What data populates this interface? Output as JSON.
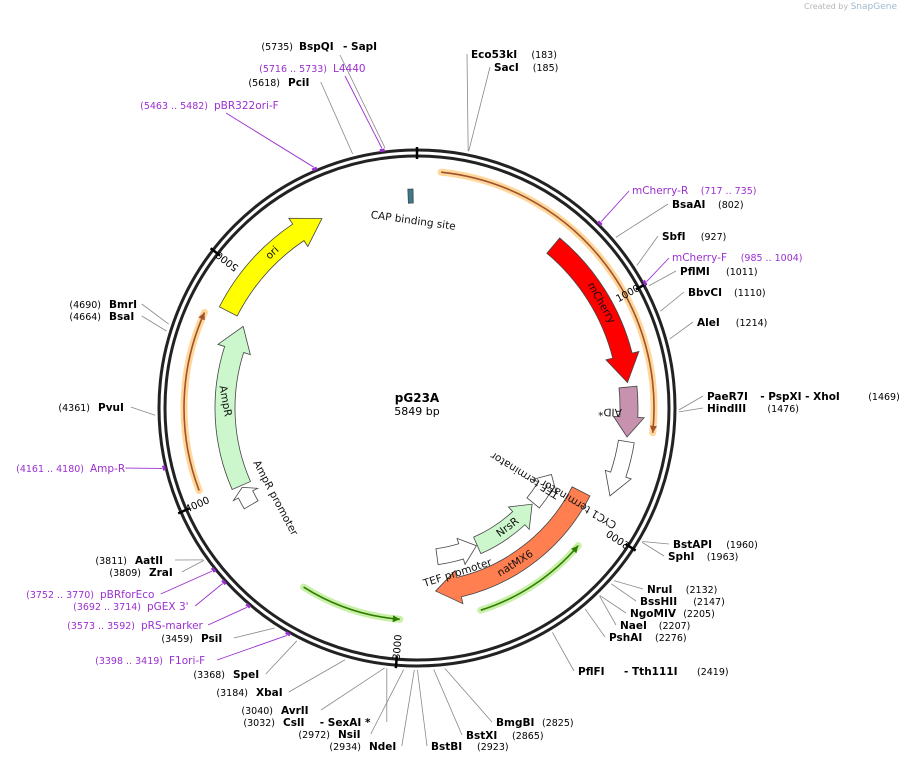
{
  "watermark": {
    "prefix": "Created by",
    "brand": "SnapGene"
  },
  "plasmid": {
    "name": "pG23A",
    "size_text": "5849 bp",
    "length": 5849
  },
  "ticks": [
    "1000",
    "2000",
    "3000",
    "4000",
    "5000"
  ],
  "features": [
    {
      "label": "ori",
      "start": 4827,
      "end": 5416,
      "dir": 1,
      "color": "#ffff00"
    },
    {
      "label": "mCherry",
      "start": 650,
      "end": 1350,
      "dir": 1,
      "color": "#ff0000"
    },
    {
      "label": "AID*",
      "start": 1370,
      "end": 1590,
      "dir": 1,
      "color": "#c792ad"
    },
    {
      "label": "CYC1 terminator",
      "start": 1610,
      "end": 1860,
      "dir": 1,
      "color": "#ffffff"
    },
    {
      "label": "CAP binding site",
      "start": 5810,
      "end": 5832,
      "dir": 0,
      "color": "#3c7a89"
    },
    {
      "label": "AmpR",
      "start": 4000,
      "end": 4795,
      "dir": 1,
      "color": "#ccf7cc"
    },
    {
      "label": "AmpR promoter",
      "start": 3895,
      "end": 3990,
      "dir": 1,
      "color": "#ffffff"
    },
    {
      "label": "TEF terminator",
      "start": 1890,
      "end": 2100,
      "dir": -1,
      "color": "#ffffff"
    },
    {
      "label": "NrsR",
      "start": 2110,
      "end": 2540,
      "dir": -1,
      "color": "#ccf7cc"
    },
    {
      "label": "TEF promoter",
      "start": 2545,
      "end": 2800,
      "dir": -1,
      "color": "#ffffff"
    },
    {
      "label": "natMX6",
      "start": 1900,
      "end": 2830,
      "dir": 1,
      "color": "#ff7f50"
    }
  ],
  "sites": [
    {
      "name": "BspQI",
      "extra": "- SapI",
      "pos": "5735"
    },
    {
      "name": "PciI",
      "extra": "",
      "pos": "5618"
    },
    {
      "name": "Eco53kI",
      "extra": "",
      "pos": "183"
    },
    {
      "name": "SacI",
      "extra": "",
      "pos": "185"
    },
    {
      "name": "BsaAI",
      "extra": "",
      "pos": "802"
    },
    {
      "name": "SbfI",
      "extra": "",
      "pos": "927"
    },
    {
      "name": "PflMI",
      "extra": "",
      "pos": "1011"
    },
    {
      "name": "BbvCI",
      "extra": "",
      "pos": "1110"
    },
    {
      "name": "AleI",
      "extra": "",
      "pos": "1214"
    },
    {
      "name": "PaeR7I",
      "extra": "- PspXI - XhoI",
      "pos": "1469"
    },
    {
      "name": "HindIII",
      "extra": "",
      "pos": "1476"
    },
    {
      "name": "BstAPI",
      "extra": "",
      "pos": "1960"
    },
    {
      "name": "SphI",
      "extra": "",
      "pos": "1963"
    },
    {
      "name": "NruI",
      "extra": "",
      "pos": "2132"
    },
    {
      "name": "BssHII",
      "extra": "",
      "pos": "2147"
    },
    {
      "name": "NgoMIV",
      "extra": "",
      "pos": "2205"
    },
    {
      "name": "NaeI",
      "extra": "",
      "pos": "2207"
    },
    {
      "name": "PshAI",
      "extra": "",
      "pos": "2276"
    },
    {
      "name": "PflFI",
      "extra": "- Tth111I",
      "pos": "2419"
    },
    {
      "name": "BmgBI",
      "extra": "",
      "pos": "2825"
    },
    {
      "name": "BstXI",
      "extra": "",
      "pos": "2865"
    },
    {
      "name": "BstBI",
      "extra": "",
      "pos": "2923"
    },
    {
      "name": "NdeI",
      "extra": "",
      "pos": "2934"
    },
    {
      "name": "NsiI",
      "extra": "",
      "pos": "2972"
    },
    {
      "name": "CslI",
      "extra": "- SexAI *",
      "pos": "3032"
    },
    {
      "name": "AvrII",
      "extra": "",
      "pos": "3040"
    },
    {
      "name": "XbaI",
      "extra": "",
      "pos": "3184"
    },
    {
      "name": "SpeI",
      "extra": "",
      "pos": "3368"
    },
    {
      "name": "PsiI",
      "extra": "",
      "pos": "3459"
    },
    {
      "name": "ZraI",
      "extra": "",
      "pos": "3809"
    },
    {
      "name": "AatII",
      "extra": "",
      "pos": "3811"
    },
    {
      "name": "PvuI",
      "extra": "",
      "pos": "4361"
    },
    {
      "name": "BsaI",
      "extra": "",
      "pos": "4664"
    },
    {
      "name": "BmrI",
      "extra": "",
      "pos": "4690"
    }
  ],
  "primers": [
    {
      "name": "L4440",
      "range": "(5716 .. 5733)"
    },
    {
      "name": "pBR322ori-F",
      "range": "(5463 .. 5482)"
    },
    {
      "name": "mCherry-R",
      "range": "(717 .. 735)"
    },
    {
      "name": "mCherry-F",
      "range": "(985 .. 1004)"
    },
    {
      "name": "Amp-R",
      "range": "(4161 .. 4180)"
    },
    {
      "name": "pBRforEco",
      "range": "(3752 .. 3770)"
    },
    {
      "name": "pGEX 3'",
      "range": "(3692 .. 3714)"
    },
    {
      "name": "pRS-marker",
      "range": "(3573 .. 3592)"
    },
    {
      "name": "F1ori-F",
      "range": "(3398 .. 3419)"
    }
  ]
}
